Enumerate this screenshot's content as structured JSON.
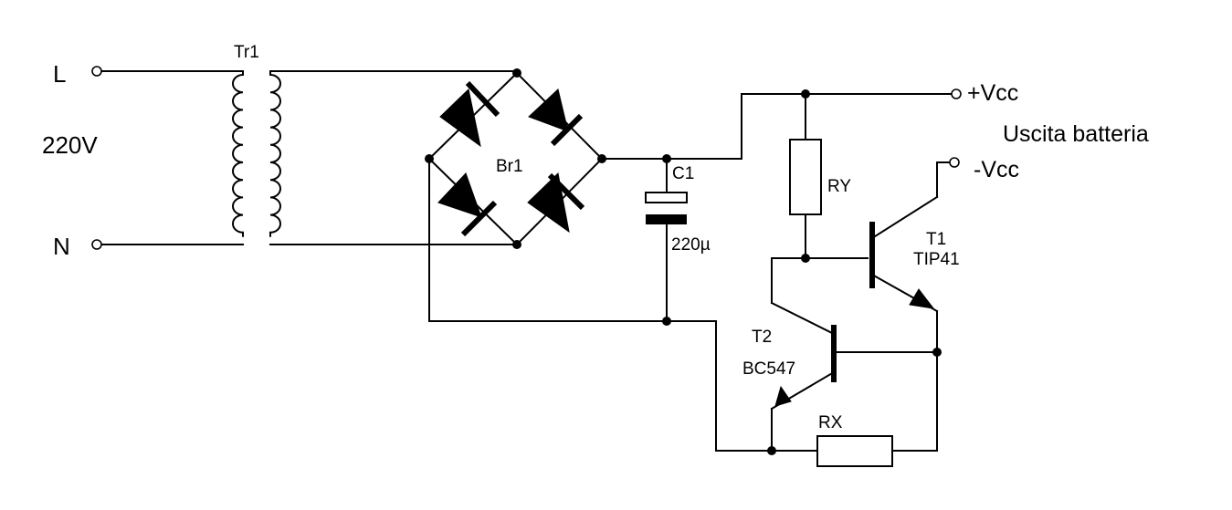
{
  "labels": {
    "L": "L",
    "N": "N",
    "mains": "220V",
    "tr1": "Tr1",
    "br1": "Br1",
    "c1": "C1",
    "c1_value": "220µ",
    "ry": "RY",
    "rx": "RX",
    "t1": "T1",
    "t1_model": "TIP41",
    "t2": "T2",
    "t2_model": "BC547",
    "vcc_plus": "+Vcc",
    "vcc_minus": "-Vcc",
    "output": "Uscita batteria"
  }
}
